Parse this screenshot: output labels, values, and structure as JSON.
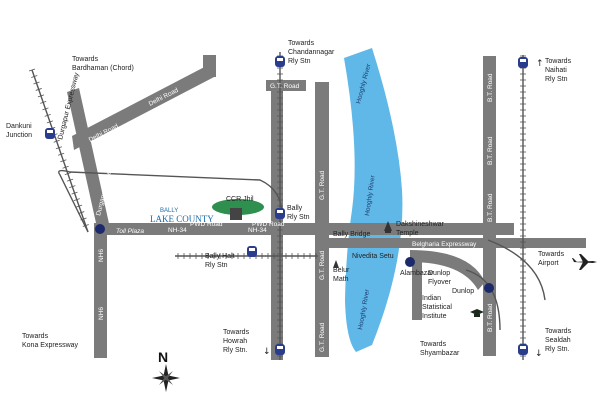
{
  "labels": {
    "towards_bardhaman": [
      "Towards",
      "Bardhaman (Chord)"
    ],
    "towards_chandannagar": [
      "Towards",
      "Chandannagar",
      "Rly Stn"
    ],
    "towards_naihati": [
      "Towards",
      "Naihati",
      "Rly Stn"
    ],
    "dankuni": [
      "Dankuni",
      "Junction"
    ],
    "ccr_jhil": "CCR Jhil",
    "bally_rly": [
      "Bally",
      "Rly Stn"
    ],
    "dakshineshwar": [
      "Dakshineshwar",
      "Temple"
    ],
    "bally_bridge": "Bally Bridge",
    "nivedita_setu": "Nivedita Setu",
    "alambazar": "Alambazar",
    "belur_math": [
      "Belur",
      "Math"
    ],
    "bally_halt": [
      "Bally Halt",
      "Rly Stn"
    ],
    "dunlop_flyover": [
      "Dunlop",
      "Flyover"
    ],
    "dunlop": "Dunlop",
    "isi": [
      "Indian",
      "Statistical",
      "Institute"
    ],
    "towards_airport": [
      "Towards",
      "Airport"
    ],
    "towards_kona": [
      "Towards",
      "Kona Expressway"
    ],
    "towards_howrah": [
      "Towards",
      "Howrah",
      "Rly Stn."
    ],
    "towards_shyambazar": [
      "Towards",
      "Shyambazar"
    ],
    "towards_sealdah": [
      "Towards",
      "Sealdah",
      "Rly Stn."
    ],
    "north": "N"
  },
  "roads": {
    "durgapur_expressway": "Durgapur Expressway",
    "delhi_road": "Delhi Road",
    "gt_road": "G.T. Road",
    "bt_road": "B.T. Road",
    "nh6": "NH6",
    "nh34": "NH-34",
    "belgharia": "Belgharia Expressway",
    "toll_plaza": "Toll Plaza",
    "pwd_road": "PWD Road"
  },
  "river": "Hooghly River",
  "logo": {
    "line1": "BALLY",
    "line2": "LAKE COUNTY"
  },
  "colors": {
    "road": "#7b7b7b",
    "river": "#5fb8e8",
    "station": "#2a3c8c",
    "lake": "#2f8f4f"
  },
  "icons": [
    "train-station-icon",
    "junction-node-icon",
    "temple-icon",
    "airplane-icon",
    "graduation-cap-icon",
    "compass-icon",
    "arrow-up-icon",
    "arrow-down-icon"
  ]
}
